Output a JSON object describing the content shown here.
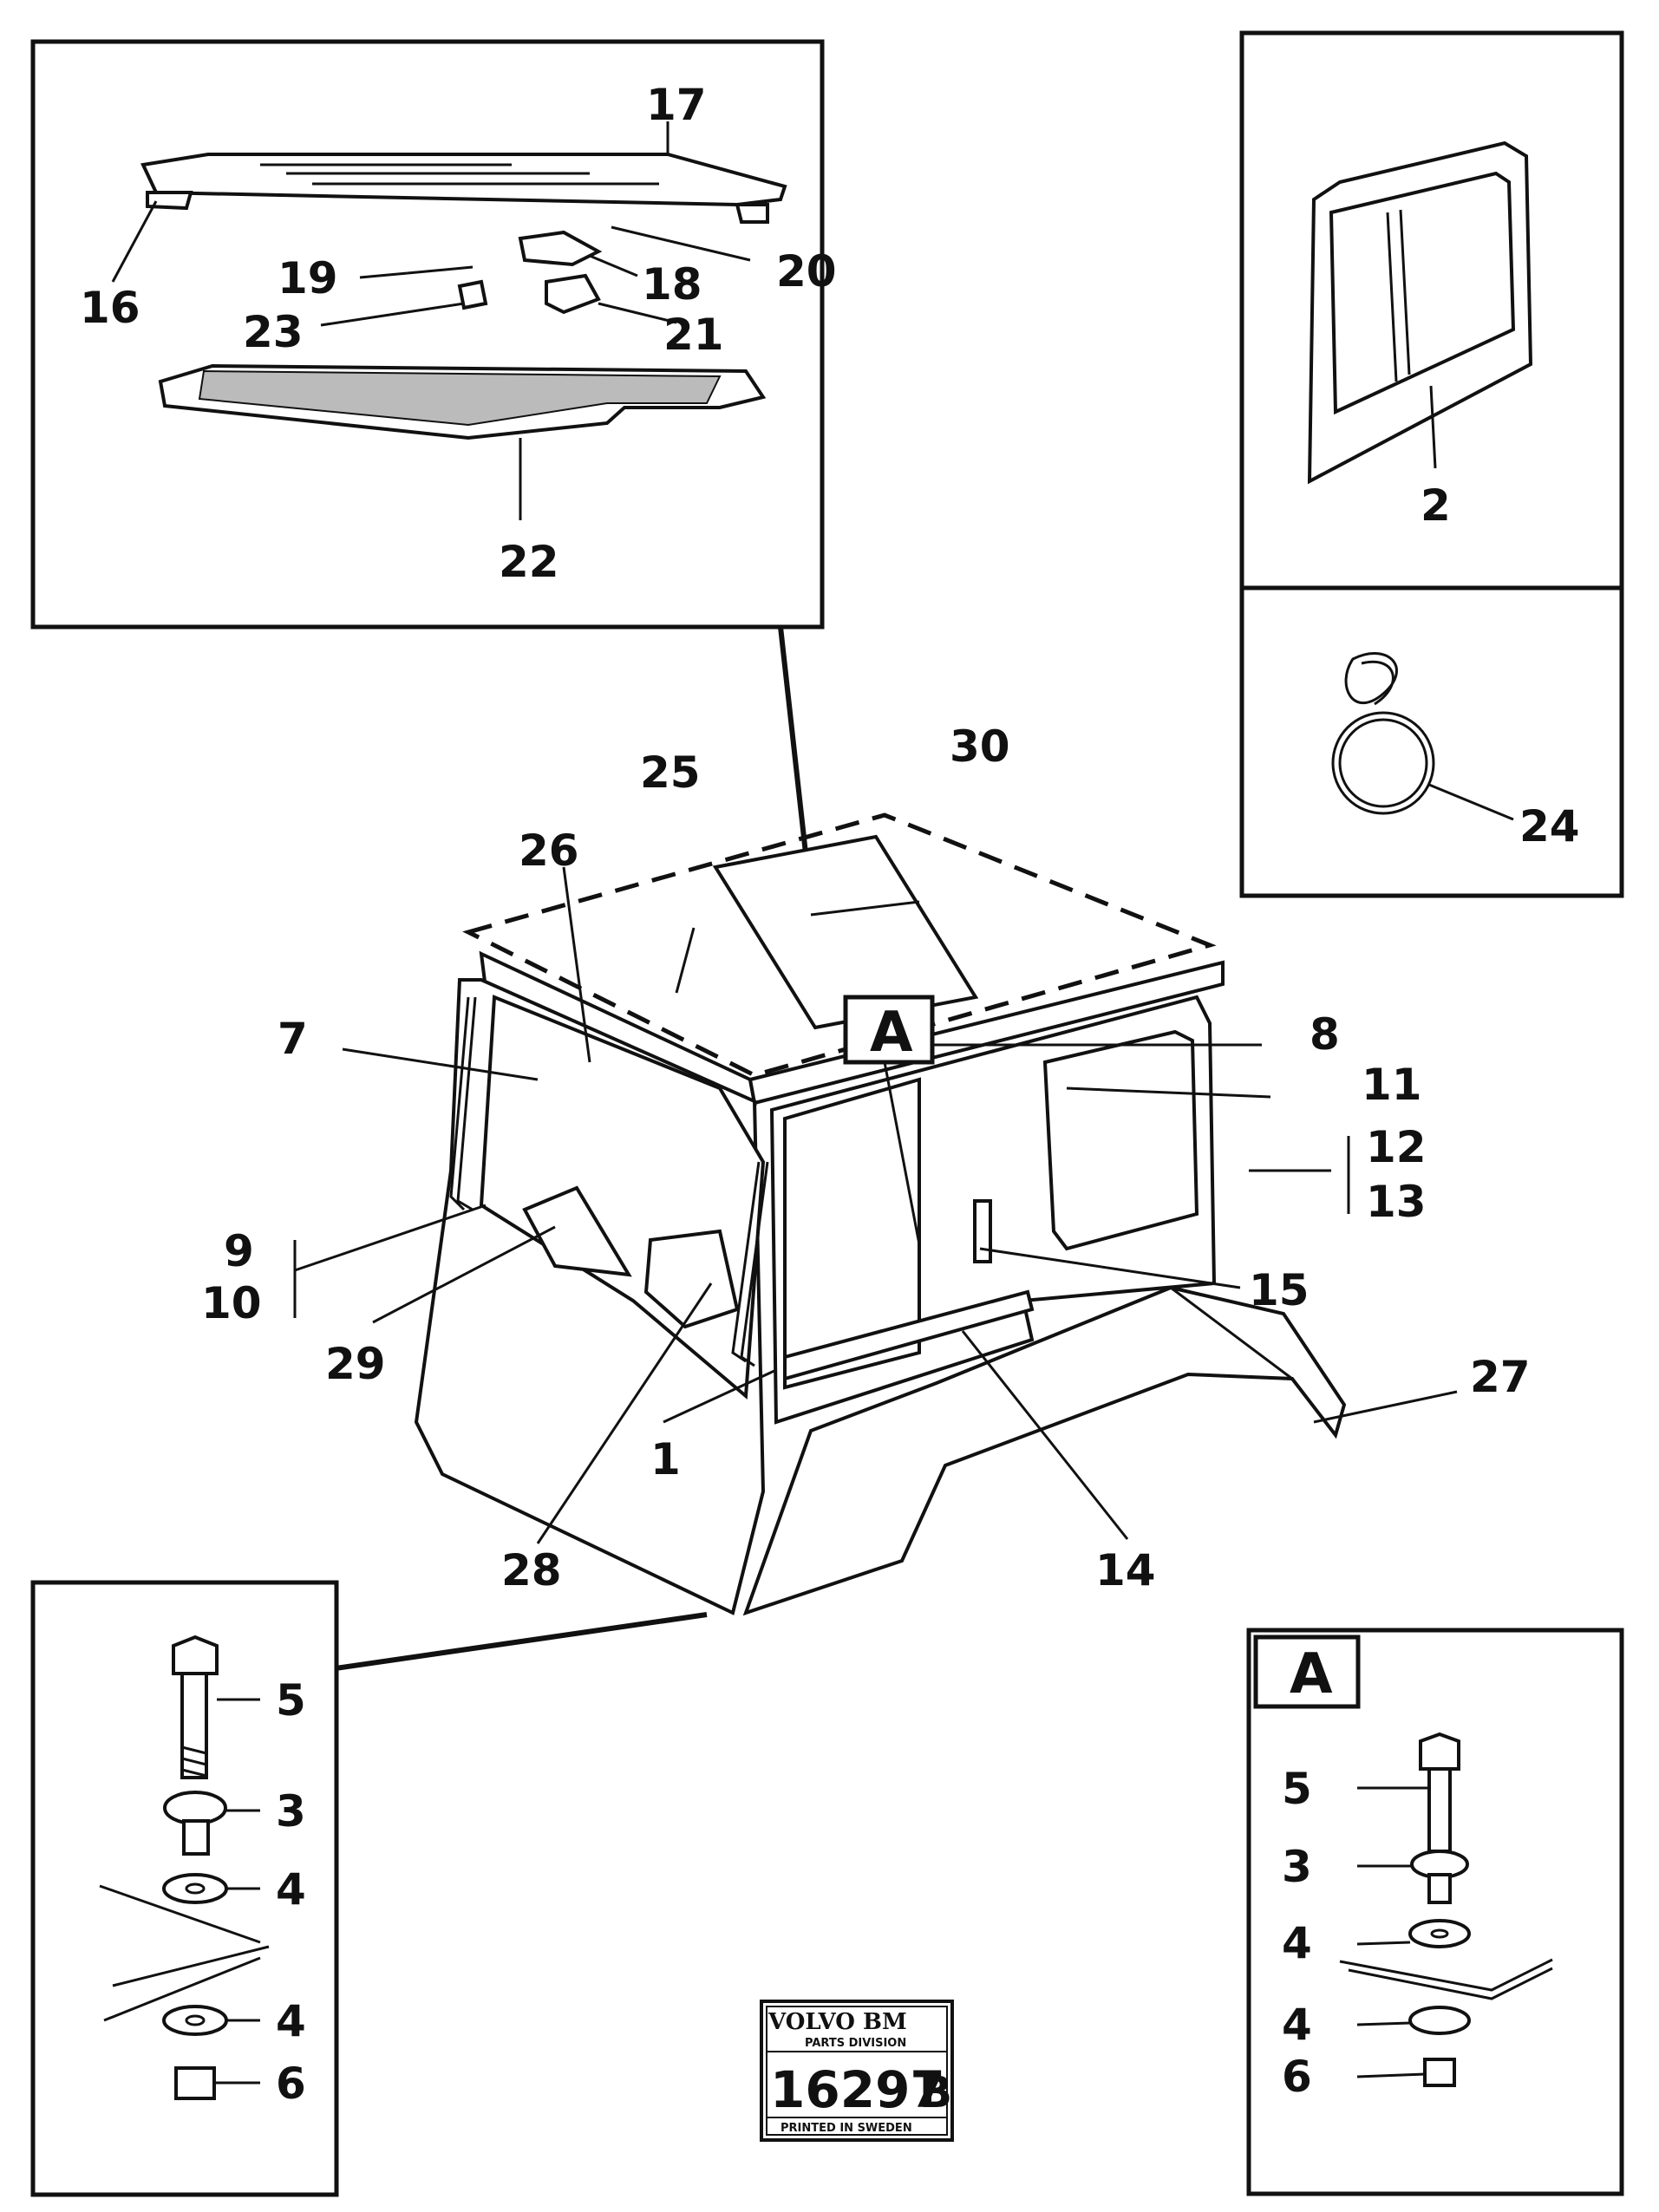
{
  "callouts": {
    "c1": "1",
    "c2": "2",
    "c3": "3",
    "c4": "4",
    "c5": "5",
    "c6": "6",
    "c7": "7",
    "c8": "8",
    "c9": "9",
    "c10": "10",
    "c11": "11",
    "c12": "12",
    "c13": "13",
    "c14": "14",
    "c15": "15",
    "c16": "16",
    "c17": "17",
    "c18": "18",
    "c19": "19",
    "c20": "20",
    "c21": "21",
    "c22": "22",
    "c23": "23",
    "c24": "24",
    "c25": "25",
    "c26": "26",
    "c27": "27",
    "c28": "28",
    "c29": "29",
    "c30": "30"
  },
  "detail_marker": "A",
  "stamp": {
    "brand": "VOLVO BM",
    "division": "PARTS DIVISION",
    "code": "16297",
    "suffix": "B",
    "printed": "PRINTED IN SWEDEN"
  }
}
